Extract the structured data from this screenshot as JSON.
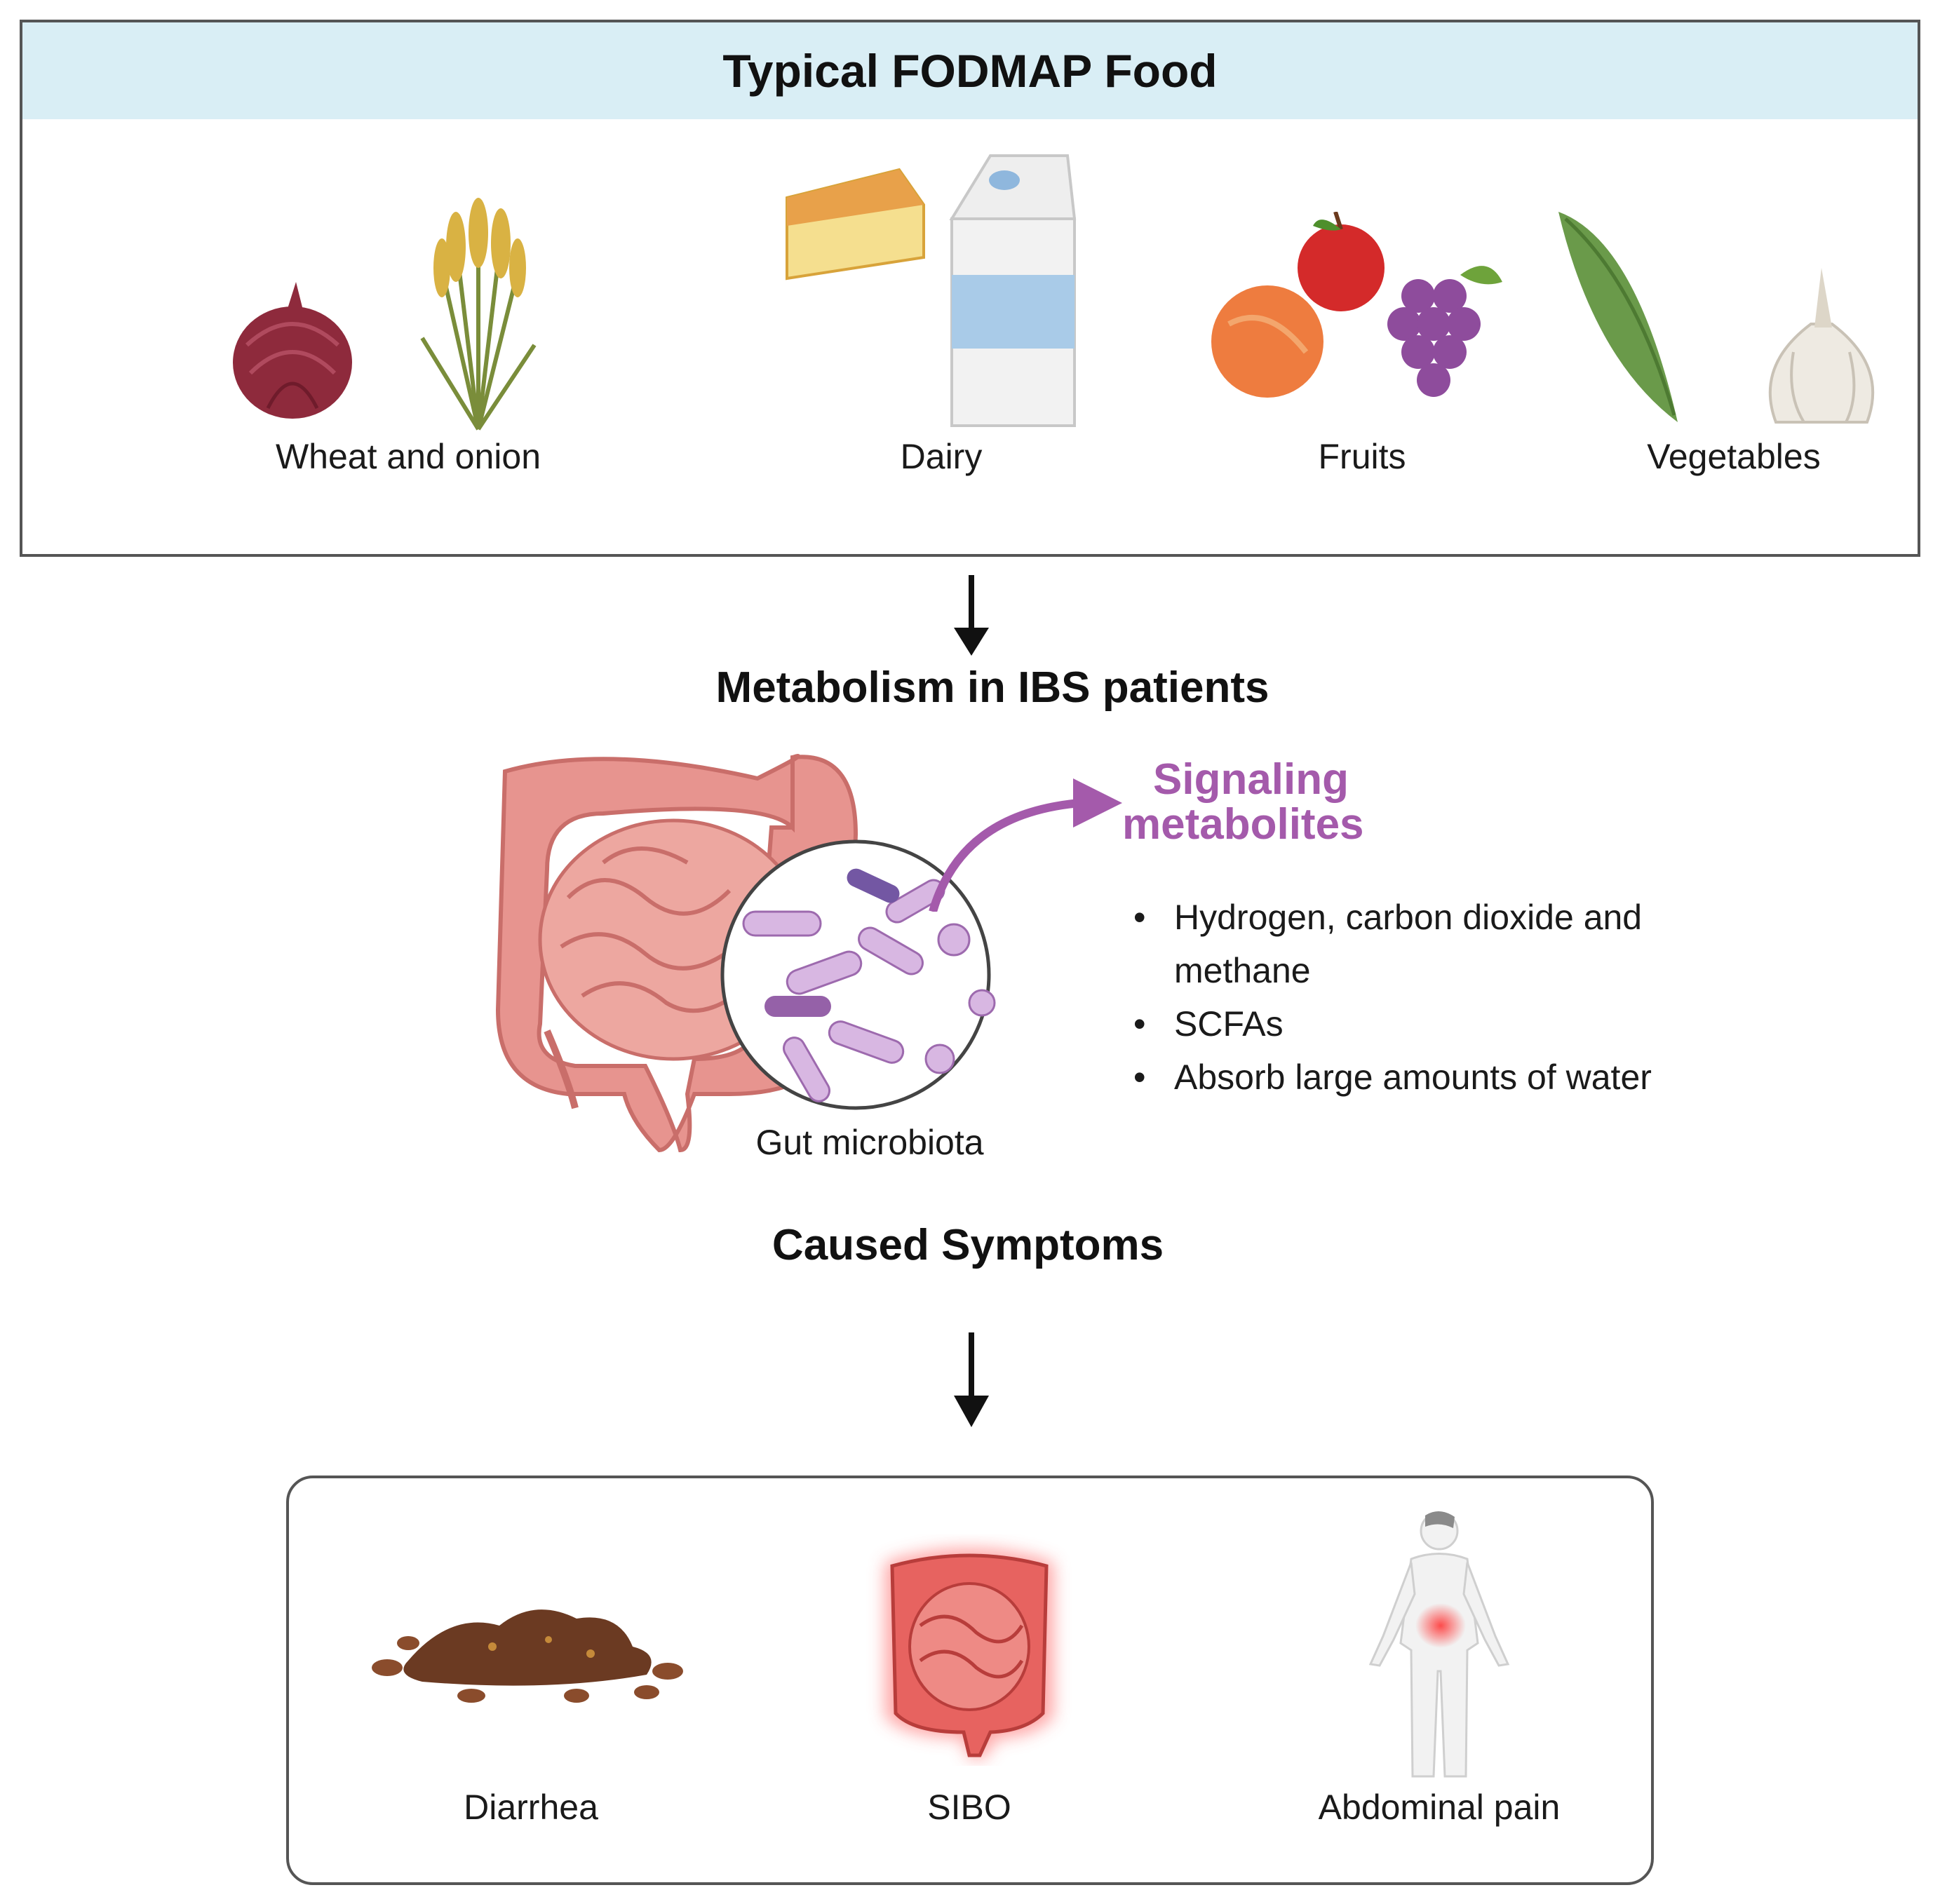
{
  "food_panel": {
    "title": "Typical FODMAP Food",
    "items": [
      {
        "label": "Wheat and onion",
        "icon": "onion-wheat-icon"
      },
      {
        "label": "Dairy",
        "icon": "cheese-milk-icon"
      },
      {
        "label": "Fruits",
        "icon": "fruits-icon"
      },
      {
        "label": "Vegetables",
        "icon": "pea-garlic-icon"
      }
    ]
  },
  "metabolism": {
    "title": "Metabolism in IBS patients",
    "microbiota_label": "Gut microbiota",
    "signaling_title_line1": "Signaling",
    "signaling_title_line2": "metabolites",
    "bullets": [
      "Hydrogen, carbon dioxide and methane",
      "SCFAs",
      "Absorb large amounts of water"
    ],
    "signal_color": "#a45aab"
  },
  "symptoms": {
    "title": "Caused Symptoms",
    "items": [
      {
        "label": "Diarrhea",
        "icon": "stool-icon"
      },
      {
        "label": "SIBO",
        "icon": "inflamed-intestine-icon"
      },
      {
        "label": "Abdominal pain",
        "icon": "human-body-pain-icon"
      }
    ]
  },
  "colors": {
    "header_bg": "#d9eef5",
    "border": "#555555",
    "intestine": "#e7948f"
  }
}
